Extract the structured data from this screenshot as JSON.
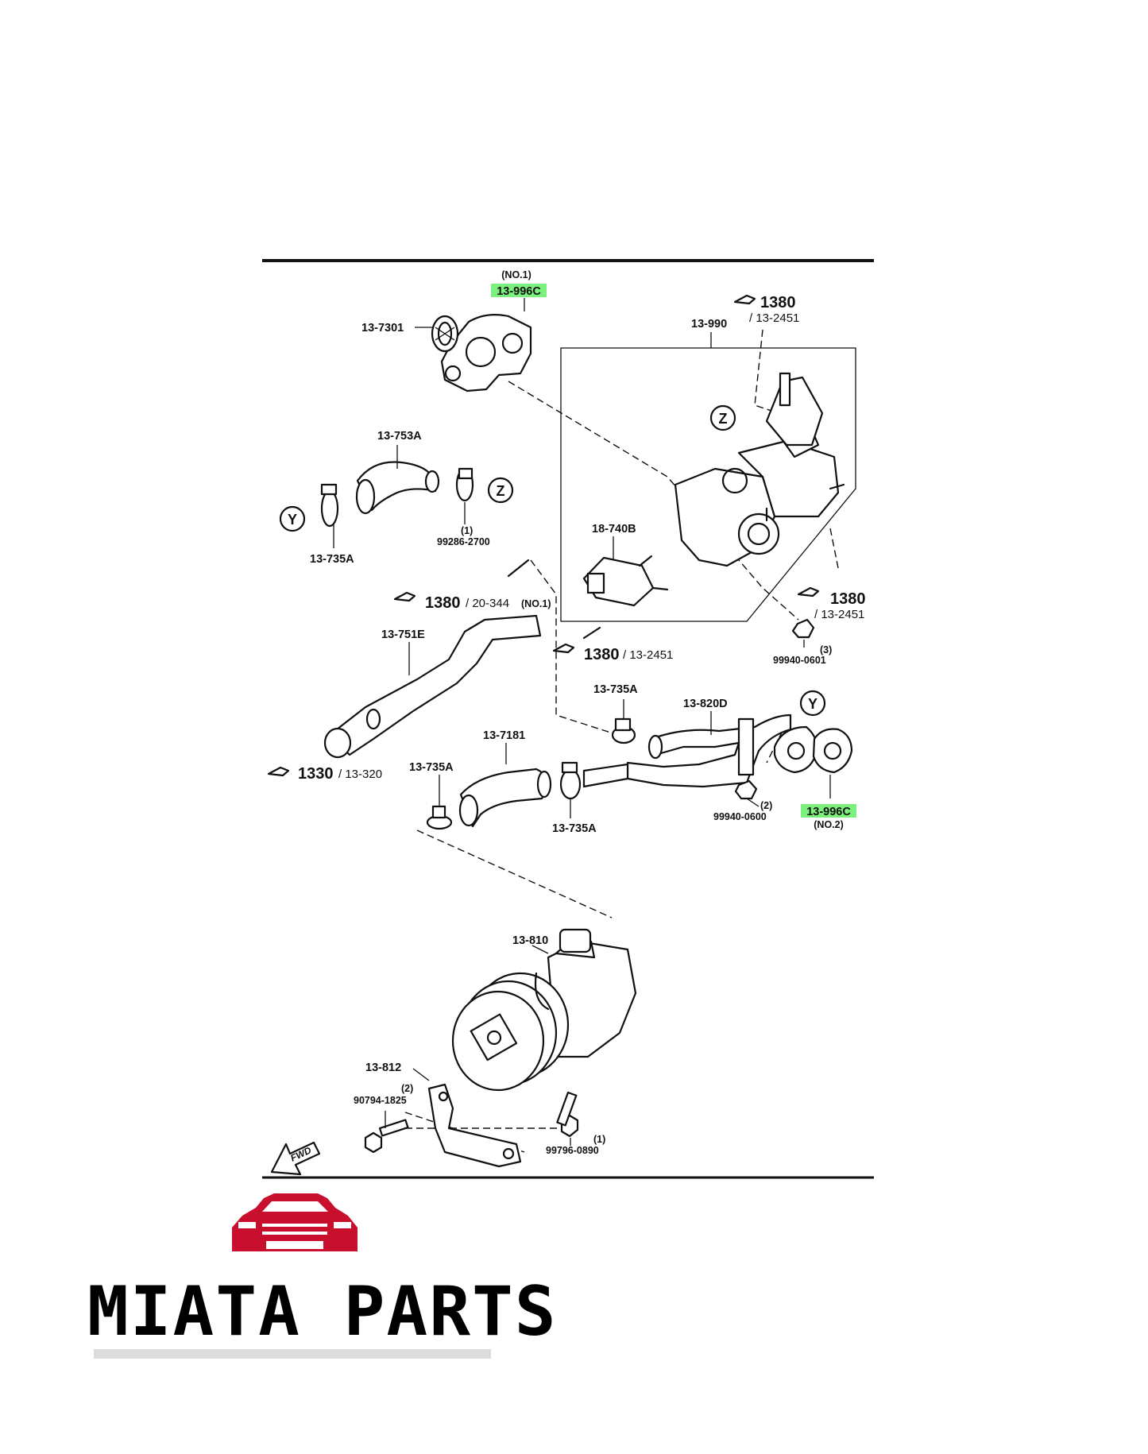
{
  "diagram": {
    "labels": {
      "gasket_no1_qty": "(NO.1)",
      "gasket_no1_code": "13-996C",
      "thermostat": "13-7301",
      "housing": "13-990",
      "ref1380_top": "1380",
      "ref1380_top_sub": "/ 13-2451",
      "z_letter": "Z",
      "hose_753A": "13-753A",
      "clamp_735A_left": "13-735A",
      "clamp_qty_1": "(1)",
      "clamp_99286": "99286-2700",
      "y_letter": "Y",
      "sensor": "18-740B",
      "ref1380_right": "1380",
      "ref1380_right_sub": "/ 13-2451",
      "ref1380_mid": "1380",
      "ref1380_mid_sub": "/ 20-344",
      "ref1380_mid_note": "(NO.1)",
      "pipe_751E": "13-751E",
      "ref1380_low": "1380",
      "ref1380_low_sub": "/ 13-2451",
      "nut_qty_3": "(3)",
      "nut_99940_0601": "99940-0601",
      "clamp_735A_mid": "13-735A",
      "pipe_820D": "13-820D",
      "y_letter_2": "Y",
      "hose_7181": "13-7181",
      "clamp_735A_lower": "13-735A",
      "ref1330": "1330",
      "ref1330_sub": "/ 13-320",
      "clamp_735A_bottom": "13-735A",
      "nut_qty_2": "(2)",
      "nut_99940_0600": "99940-0600",
      "gasket_no2_code": "13-996C",
      "gasket_no2_qty": "(NO.2)",
      "pump": "13-810",
      "bracket": "13-812",
      "bolt_qty_2": "(2)",
      "bolt_90794": "90794-1825",
      "bolt_qty_1": "(1)",
      "bolt_99796": "99796-0890",
      "fwd": "FWD"
    },
    "highlight_color": "#7CF07C"
  },
  "brand": {
    "name": "MIATA PARTS",
    "logo_color": "#C8102E"
  }
}
